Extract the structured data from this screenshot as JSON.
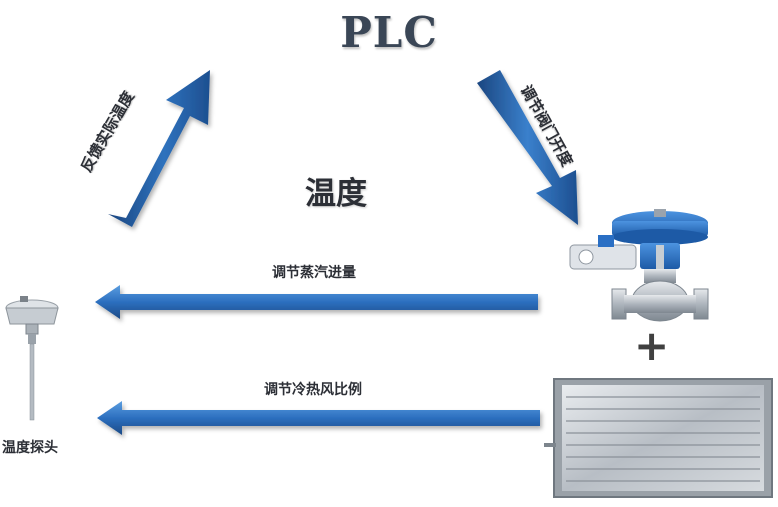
{
  "diagram": {
    "title": "PLC",
    "center_label": "温度",
    "arrow_left_label": "反馈实际温度",
    "arrow_right_label": "调节阀门开度",
    "flow_top_label": "调节蒸汽进量",
    "flow_bottom_label": "调节冷热风比例",
    "probe_label": "温度探头",
    "plus": "+"
  },
  "colors": {
    "arrow_dark": "#1e4f8e",
    "arrow_light": "#3f86d0",
    "valve_blue": "#2a6fc4",
    "metal": "#b9bfc6"
  },
  "icons": {
    "probe": "temperature-probe-icon",
    "valve": "control-valve-icon",
    "damper": "air-damper-icon"
  }
}
